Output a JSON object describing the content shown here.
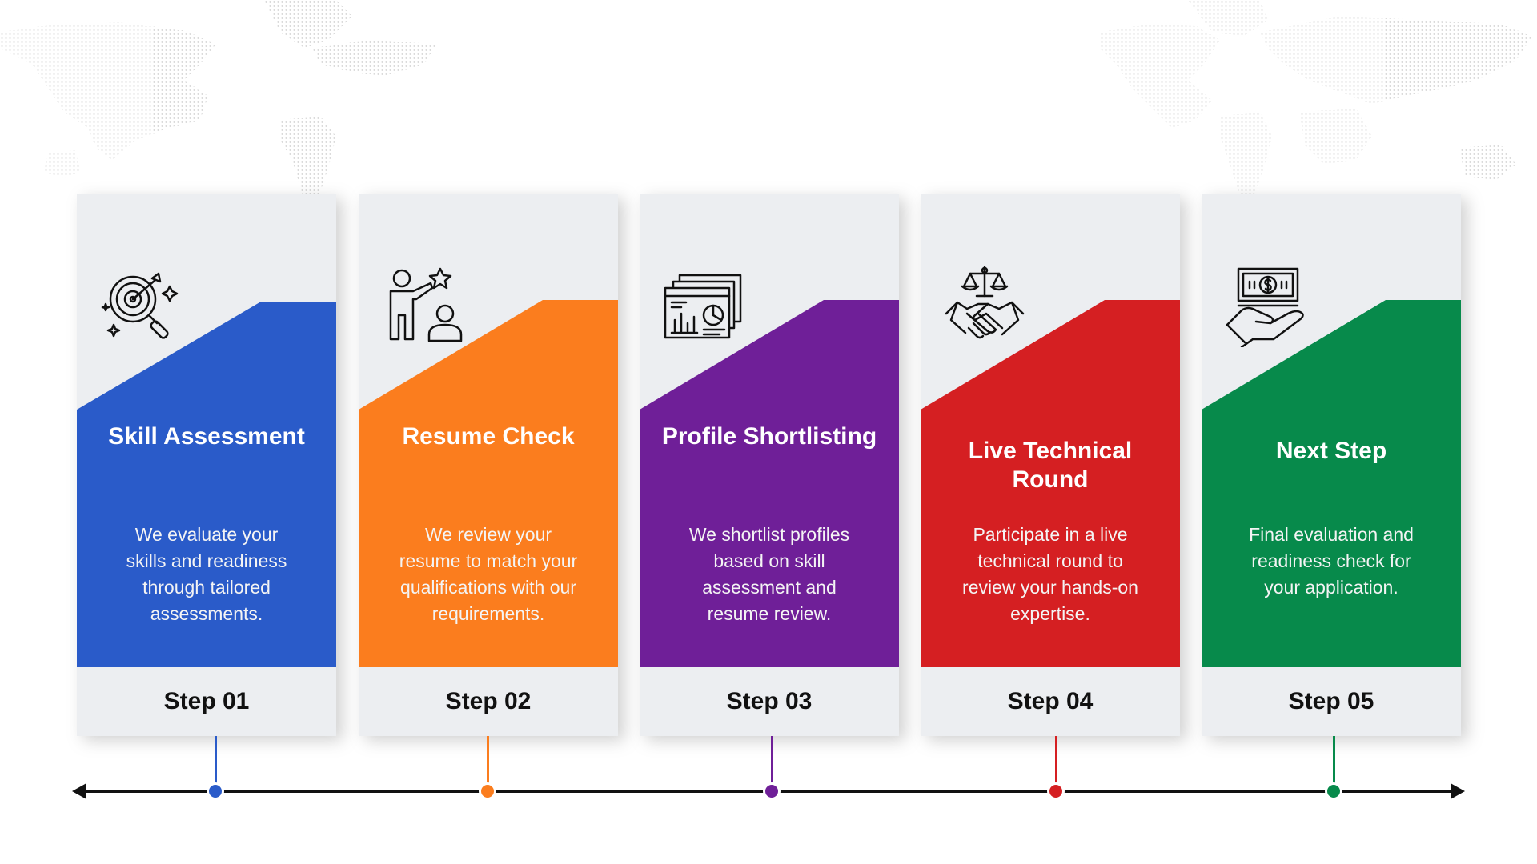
{
  "steps": [
    {
      "title": "Skill Assessment",
      "description": "We evaluate your skills and readiness through tailored assessments.",
      "step_label": "Step 01",
      "color": "#2a5bc9",
      "icon": "target-magnifier-icon"
    },
    {
      "title": "Resume Check",
      "description": "We review your resume to match your qualifications with our requirements.",
      "step_label": "Step 02",
      "color": "#fb7d1e",
      "icon": "presenter-star-icon"
    },
    {
      "title": "Profile Shortlisting",
      "description": "We shortlist profiles based on skill assessment and resume review.",
      "step_label": "Step 03",
      "color": "#6f1f98",
      "icon": "report-chart-icon"
    },
    {
      "title": "Live Technical Round",
      "description": "Participate in a live technical round to review your hands-on expertise.",
      "step_label": "Step 04",
      "color": "#d51f22",
      "icon": "handshake-scale-icon"
    },
    {
      "title": "Next Step",
      "description": "Final evaluation and readiness check for your application.",
      "step_label": "Step 05",
      "color": "#078a4b",
      "icon": "money-hand-icon"
    }
  ],
  "colors": {
    "card_light": "#eceef1",
    "timeline": "#111111",
    "map_dots": "#c9c9c9"
  }
}
